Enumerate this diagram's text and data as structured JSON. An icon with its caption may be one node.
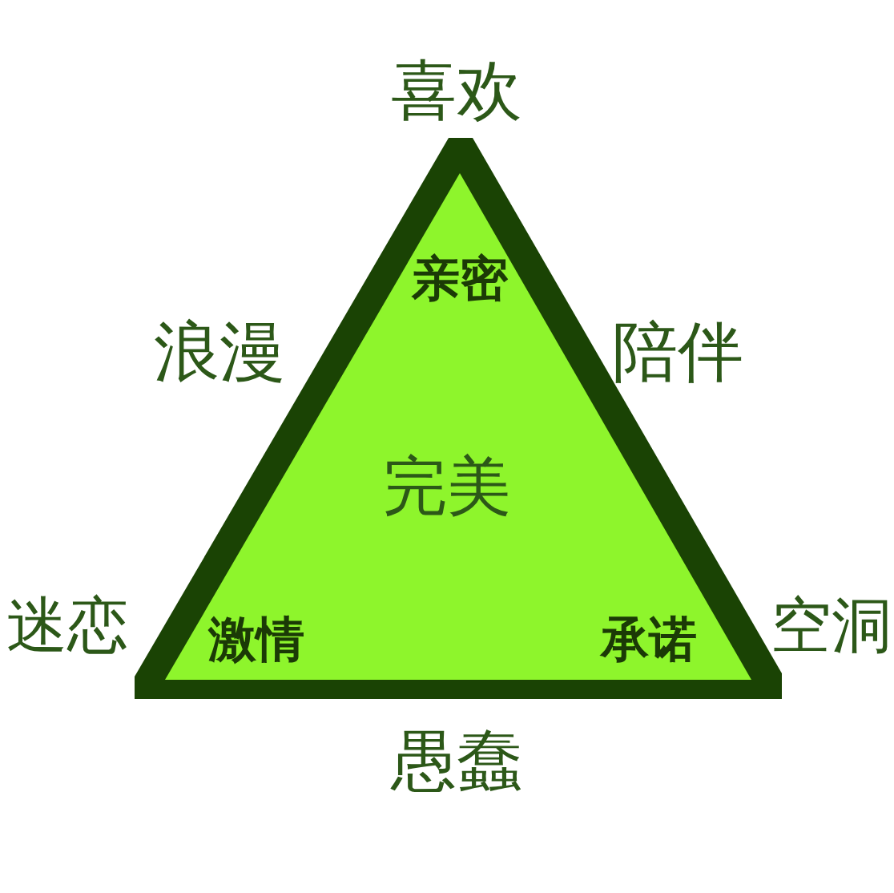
{
  "diagram": {
    "nodes": [
      {
        "text": [
          "亲密",
          "完美",
          "激情",
          "承诺"
        ]
      }
    ],
    "labels": [
      "喜欢",
      "浪漫",
      "陪伴",
      "迷恋",
      "空洞",
      "愚蠢"
    ]
  }
}
